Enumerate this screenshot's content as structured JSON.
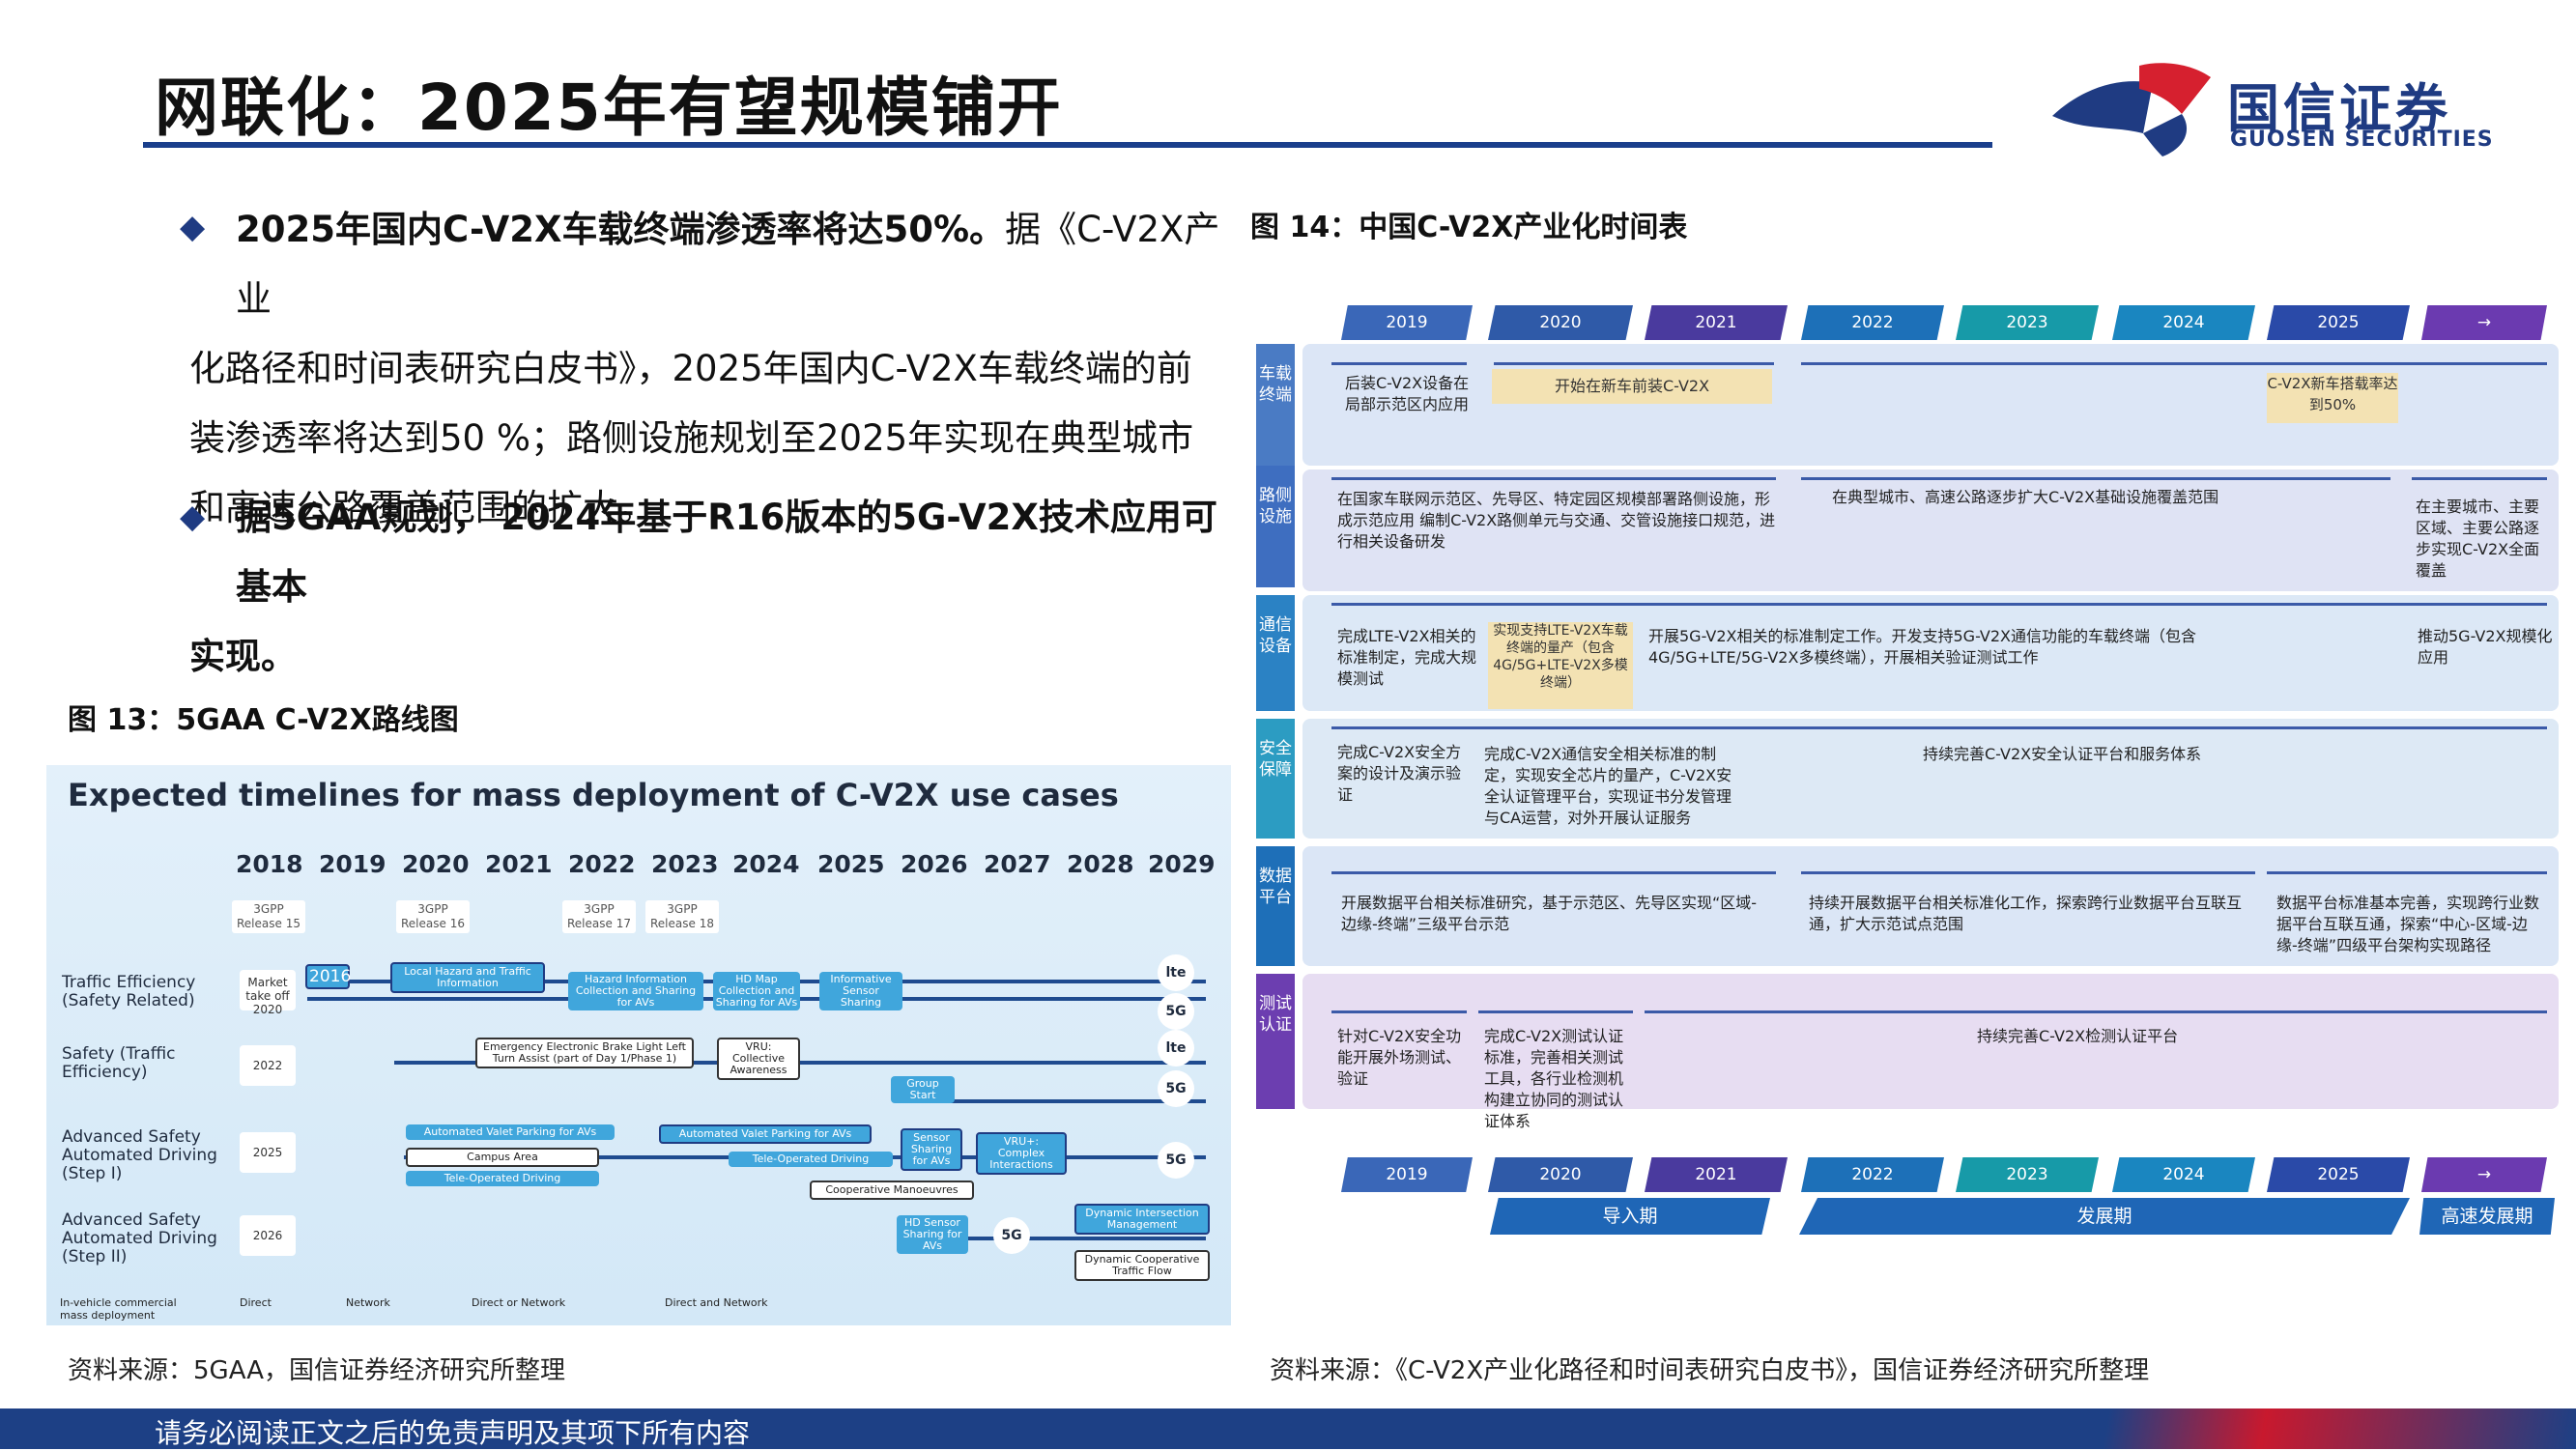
{
  "header": {
    "title": "网联化：2025年有望规模铺开",
    "logo_cn": "国信证券",
    "logo_en": "GUOSEN SECURITIES"
  },
  "bullets": [
    {
      "marker": "◆",
      "bold": "2025年国内C-V2X车载终端渗透率将达50%。",
      "lines": [
        "据《C-V2X产业",
        "化路径和时间表研究白皮书》，2025年国内C-V2X车载终端的前",
        "装渗透率将达到50 %；路侧设施规划至2025年实现在典型城市",
        "和高速公路覆盖范围的扩大。"
      ]
    },
    {
      "marker": "◆",
      "lines": [
        "据5GAA规划， 2024年基于R16版本的5G-V2X技术应用可基本",
        "实现。"
      ]
    }
  ],
  "fig13": {
    "caption": "图 13：5GAA C-V2X路线图",
    "source": "资料来源：5GAA，国信证券经济研究所整理",
    "heading": "Expected timelines for mass deployment of C-V2X use cases",
    "years": [
      "2018",
      "2019",
      "2020",
      "2021",
      "2022",
      "2023",
      "2024",
      "2025",
      "2026",
      "2027",
      "2028",
      "2029"
    ],
    "releases": [
      "3GPP Release 15",
      "3GPP Release 16",
      "3GPP Release 17",
      "3GPP Release 18"
    ],
    "rows": [
      {
        "label": "Traffic Efficiency (Safety Related)",
        "year": "Market take off 2020"
      },
      {
        "label": "Safety (Traffic Efficiency)",
        "year": "2022"
      },
      {
        "label": "Advanced Safety Automated Driving (Step I)",
        "year": "2025"
      },
      {
        "label": "Advanced Safety Automated Driving (Step II)",
        "year": "2026"
      }
    ],
    "boxes": {
      "y2016": "2016",
      "local_hazard": "Local Hazard and Traffic Information",
      "hazard_info": "Hazard Information Collection and Sharing for AVs",
      "hd_map": "HD Map Collection and Sharing for AVs",
      "informative": "Informative Sensor Sharing",
      "eebl": "Emergency Electronic Brake Light Left Turn Assist (part of Day 1/Phase 1)",
      "vru": "VRU: Collective Awareness",
      "group_start": "Group Start",
      "avp1": "Automated Valet Parking for AVs",
      "campus": "Campus Area",
      "teleop1": "Tele-Operated Driving",
      "avp2": "Automated Valet Parking for AVs",
      "sensor_sharing": "Sensor Sharing for AVs",
      "vru_complex": "VRU+: Complex Interactions",
      "teleop2": "Tele-Operated Driving",
      "coop_man": "Cooperative Manoeuvres",
      "hd_sensor": "HD Sensor Sharing for AVs",
      "dyn_inter": "Dynamic Intersection Management",
      "dyn_coop": "Dynamic Cooperative Traffic Flow"
    },
    "badges": {
      "lte": "lte",
      "g5": "5G"
    },
    "legend": {
      "invehicle": "In-vehicle commercial mass deployment",
      "direct": "Direct",
      "network": "Network",
      "dir_or_net": "Direct or Network",
      "dir_and_net": "Direct and Network"
    }
  },
  "fig14": {
    "caption": "图 14：中国C-V2X产业化时间表",
    "source": "资料来源：《C-V2X产业化路径和时间表研究白皮书》，国信证券经济研究所整理",
    "years": [
      "2019",
      "2020",
      "2021",
      "2022",
      "2023",
      "2024",
      "2025",
      "→"
    ],
    "year_colors": [
      "#3a67b8",
      "#2f5aa8",
      "#4a3a9e",
      "#1d70b8",
      "#179aa8",
      "#1a86c0",
      "#2a4aa8",
      "#6b3ab0"
    ],
    "categories": [
      "车载终端",
      "路侧设施",
      "通信设备",
      "安全保障",
      "数据平台",
      "测试认证"
    ],
    "rows": [
      {
        "a": "后装C-V2X设备在局部示范区内应用",
        "hl": "开始在新车前装C-V2X",
        "c": "C-V2X新车搭载率达到50%"
      },
      {
        "a": "在国家车联网示范区、先导区、特定园区规模部署路侧设施，形成示范应用 编制C-V2X路侧单元与交通、交管设施接口规范，进行相关设备研发",
        "b": "在典型城市、高速公路逐步扩大C-V2X基础设施覆盖范围",
        "c": "在主要城市、主要区域、主要公路逐步实现C-V2X全面覆盖"
      },
      {
        "a": "完成LTE-V2X相关的标准制定，完成大规模测试",
        "hl": "实现支持LTE-V2X车载终端的量产（包含4G/5G+LTE-V2X多模终端）",
        "b": "开展5G-V2X相关的标准制定工作。开发支持5G-V2X通信功能的车载终端（包含4G/5G+LTE/5G-V2X多模终端），开展相关验证测试工作",
        "c": "推动5G-V2X规模化应用"
      },
      {
        "a": "完成C-V2X安全方案的设计及演示验证",
        "a2": "完成C-V2X通信安全相关标准的制定，实现安全芯片的量产，C-V2X安全认证管理平台，实现证书分发管理与CA运营，对外开展认证服务",
        "b": "持续完善C-V2X安全认证平台和服务体系"
      },
      {
        "a": "开展数据平台相关标准研究，基于示范区、先导区实现“区域-边缘-终端”三级平台示范",
        "b": "持续开展数据平台相关标准化工作，探索跨行业数据平台互联互通，扩大示范试点范围",
        "c": "数据平台标准基本完善，实现跨行业数据平台互联互通，探索“中心-区域-边缘-终端”四级平台架构实现路径"
      },
      {
        "a": "针对C-V2X安全功能开展外场测试、验证",
        "a2": "完成C-V2X测试认证标准，完善相关测试工具，各行业检测机构建立协同的测试认证体系",
        "b": "持续完善C-V2X检测认证平台"
      }
    ],
    "phases": [
      "导入期",
      "发展期",
      "高速发展期"
    ]
  },
  "footer": {
    "text": "请务必阅读正文之后的免责声明及其项下所有内容"
  }
}
